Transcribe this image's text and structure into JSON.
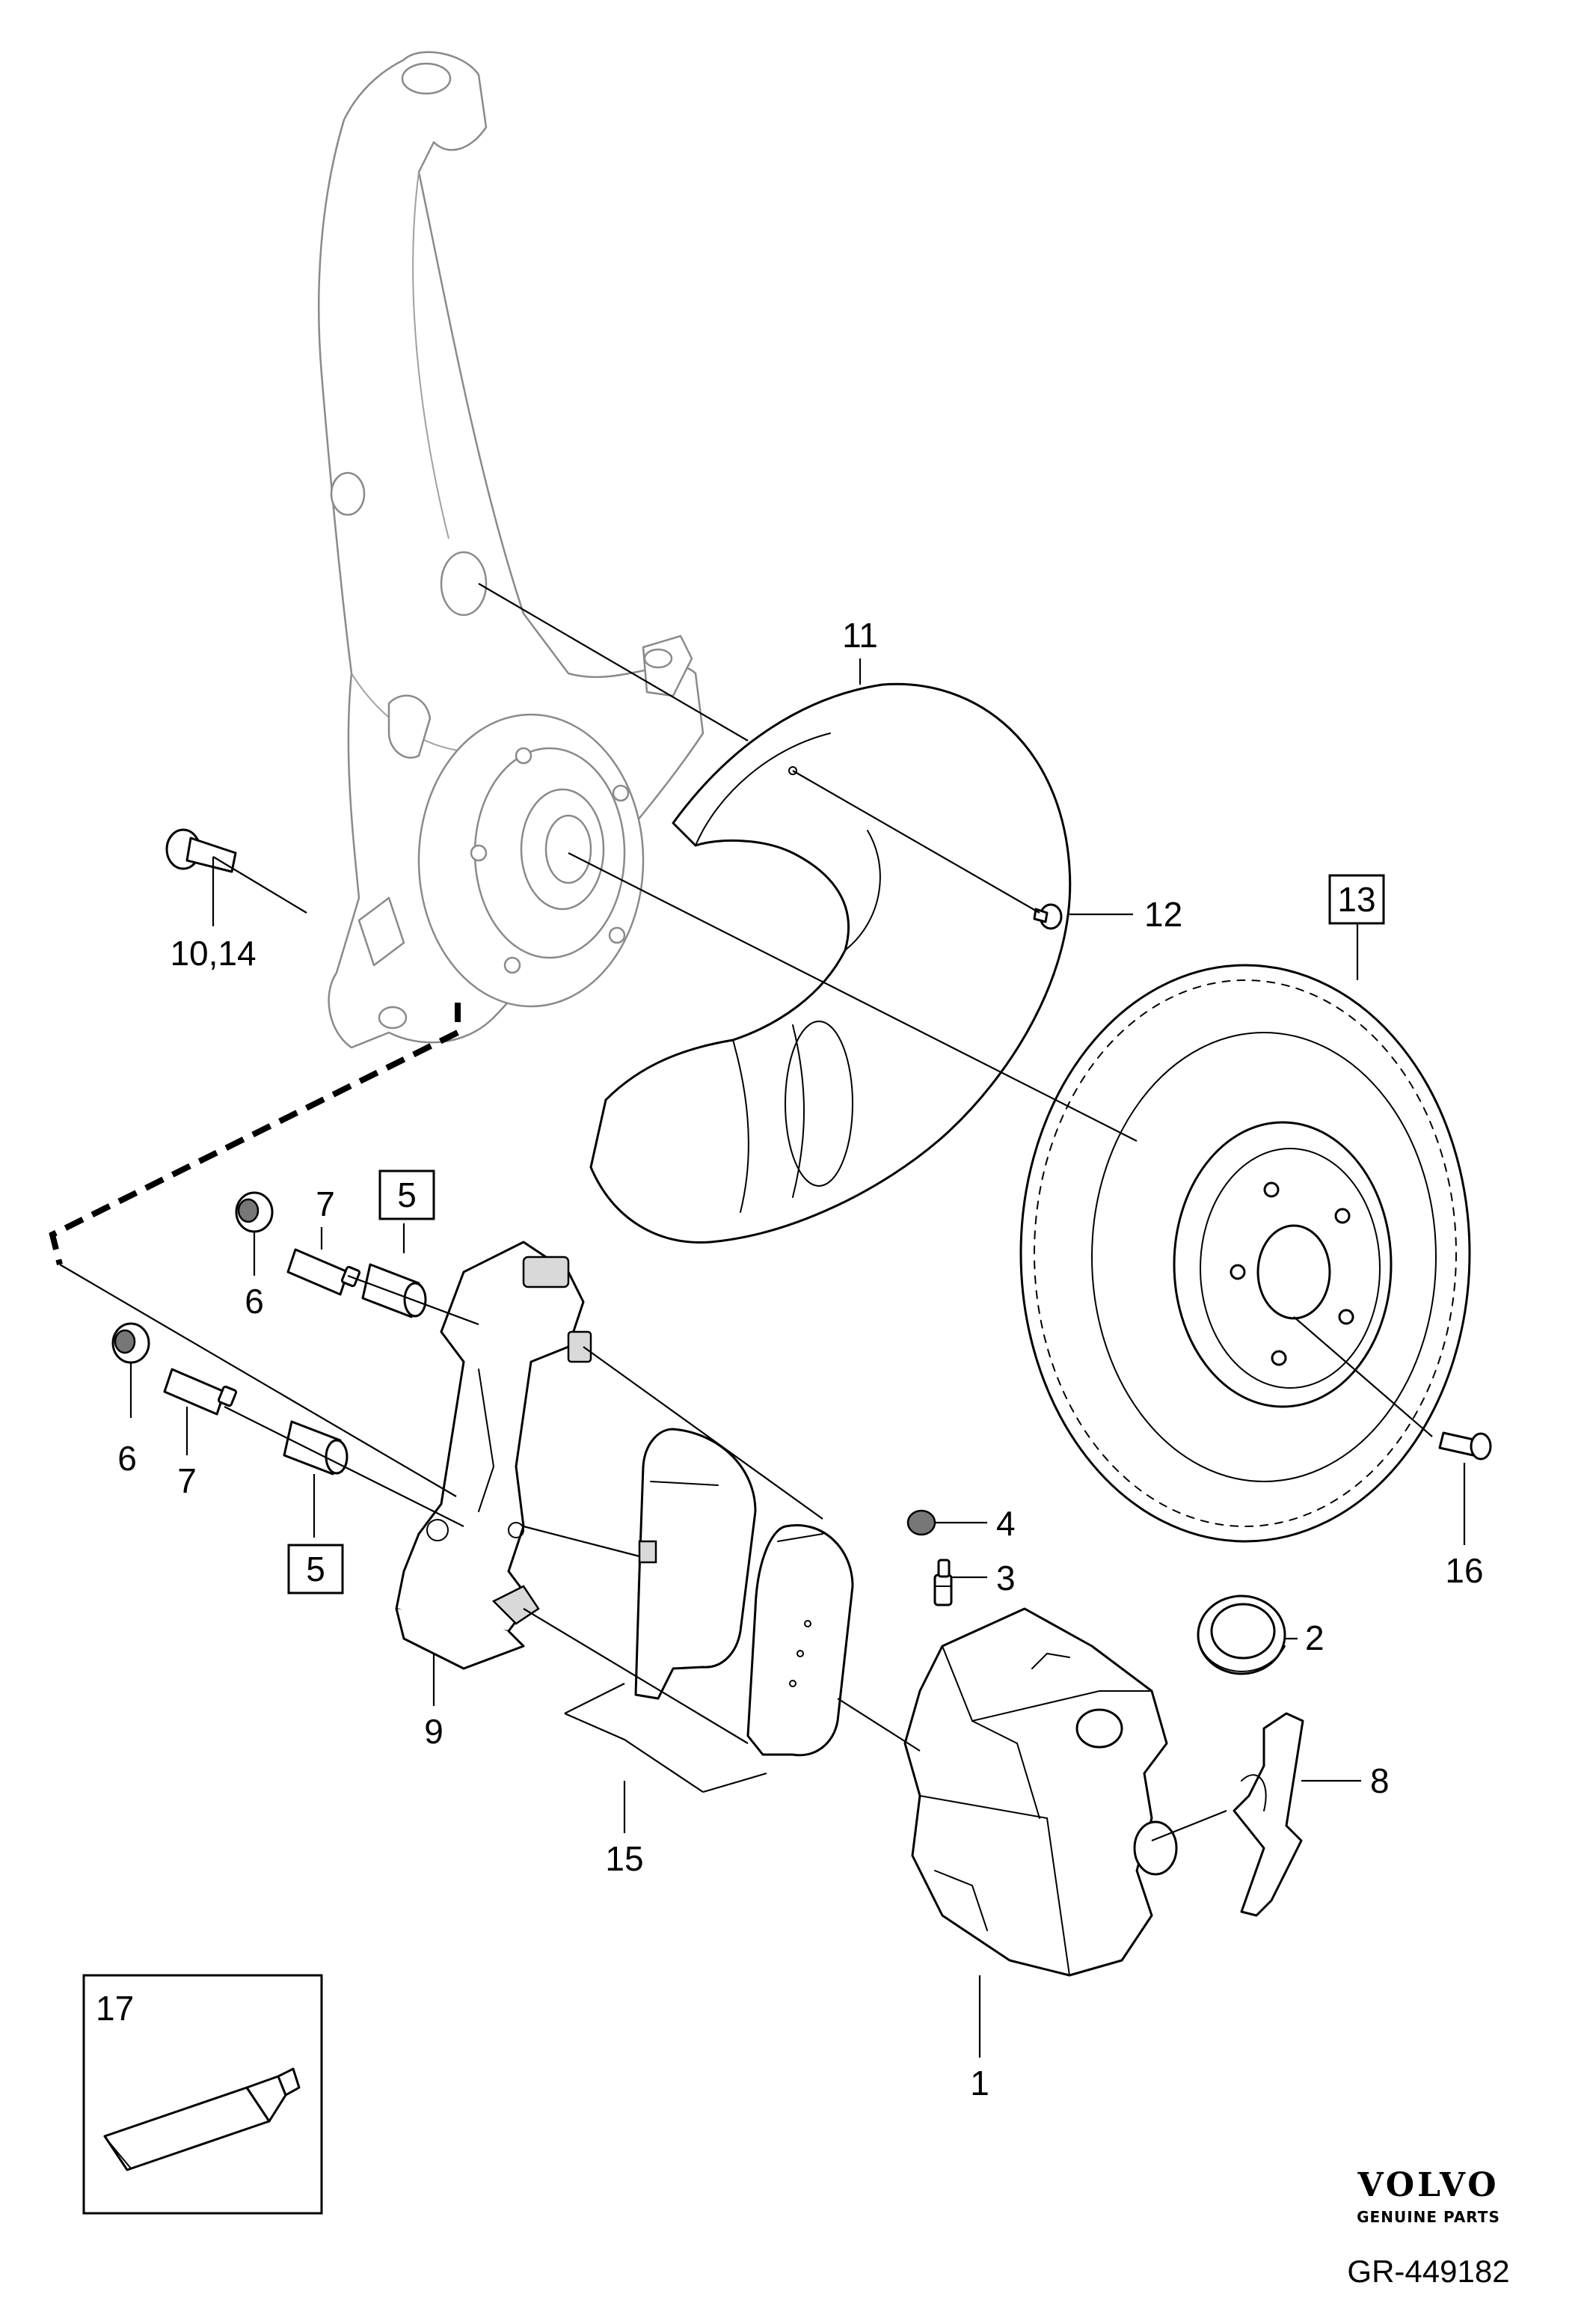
{
  "labels": {
    "p1": "1",
    "p2": "2",
    "p3": "3",
    "p4": "4",
    "p5a": "5",
    "p5b": "5",
    "p6a": "6",
    "p6b": "6",
    "p7a": "7",
    "p7b": "7",
    "p8": "8",
    "p9": "9",
    "p10_14": "10,14",
    "p11": "11",
    "p12": "12",
    "p13": "13",
    "p15": "15",
    "p16": "16",
    "p17": "17"
  },
  "brand": {
    "name": "VOLVO",
    "tagline": "GENUINE PARTS"
  },
  "reference_code": "GR-449182"
}
